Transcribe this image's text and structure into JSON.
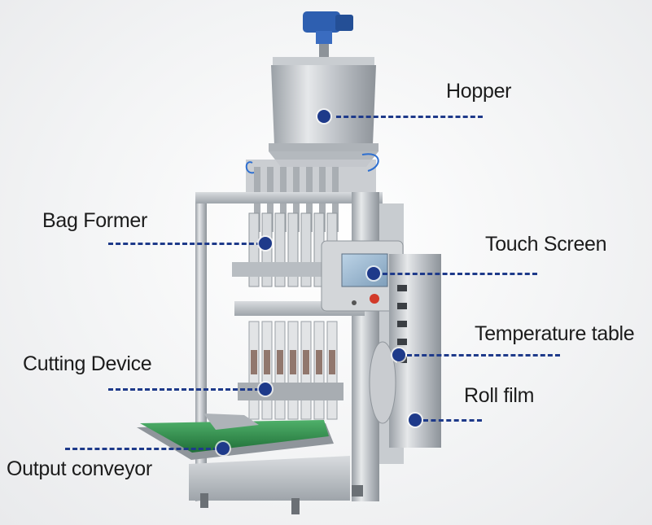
{
  "labels": {
    "hopper": "Hopper",
    "bag_former": "Bag Former",
    "touch_screen": "Touch Screen",
    "temperature_table": "Temperature table",
    "cutting_device": "Cutting Device",
    "roll_film": "Roll film",
    "output_conveyor": "Output conveyor"
  },
  "colors": {
    "callout": "#1e3a8a",
    "steel": "#b9bec4",
    "conveyor": "#2f8f4e"
  }
}
